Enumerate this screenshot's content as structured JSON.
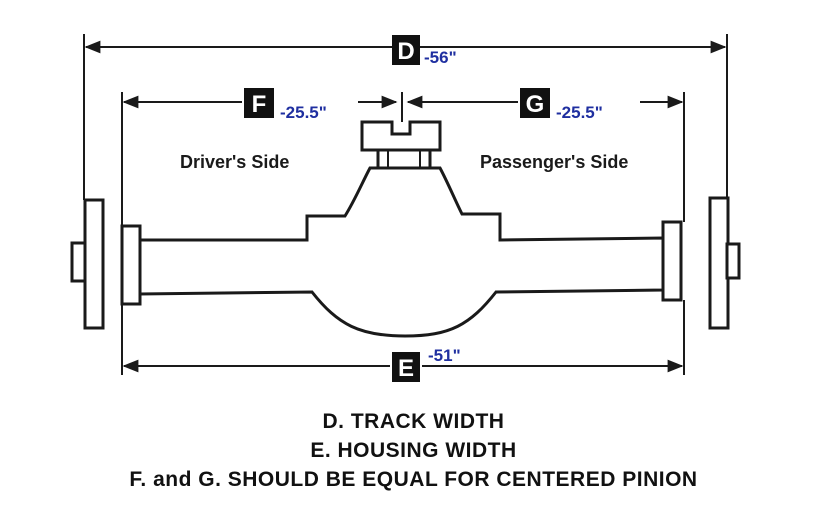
{
  "diagram": {
    "sides": {
      "driver": "Driver's Side",
      "passenger": "Passenger's Side"
    },
    "dimensions": {
      "D": {
        "letter": "D",
        "value": "-56\""
      },
      "E": {
        "letter": "E",
        "value": "-51\""
      },
      "F": {
        "letter": "F",
        "value": "-25.5\""
      },
      "G": {
        "letter": "G",
        "value": "-25.5\""
      }
    },
    "colors": {
      "dimension_value": "#1f2fa0",
      "badge": "#111111",
      "line": "#1a1a1a"
    }
  },
  "legend": {
    "line1": "D.  TRACK WIDTH",
    "line2": "E.   HOUSING WIDTH",
    "line3": "F. and G. SHOULD BE EQUAL FOR CENTERED PINION"
  }
}
